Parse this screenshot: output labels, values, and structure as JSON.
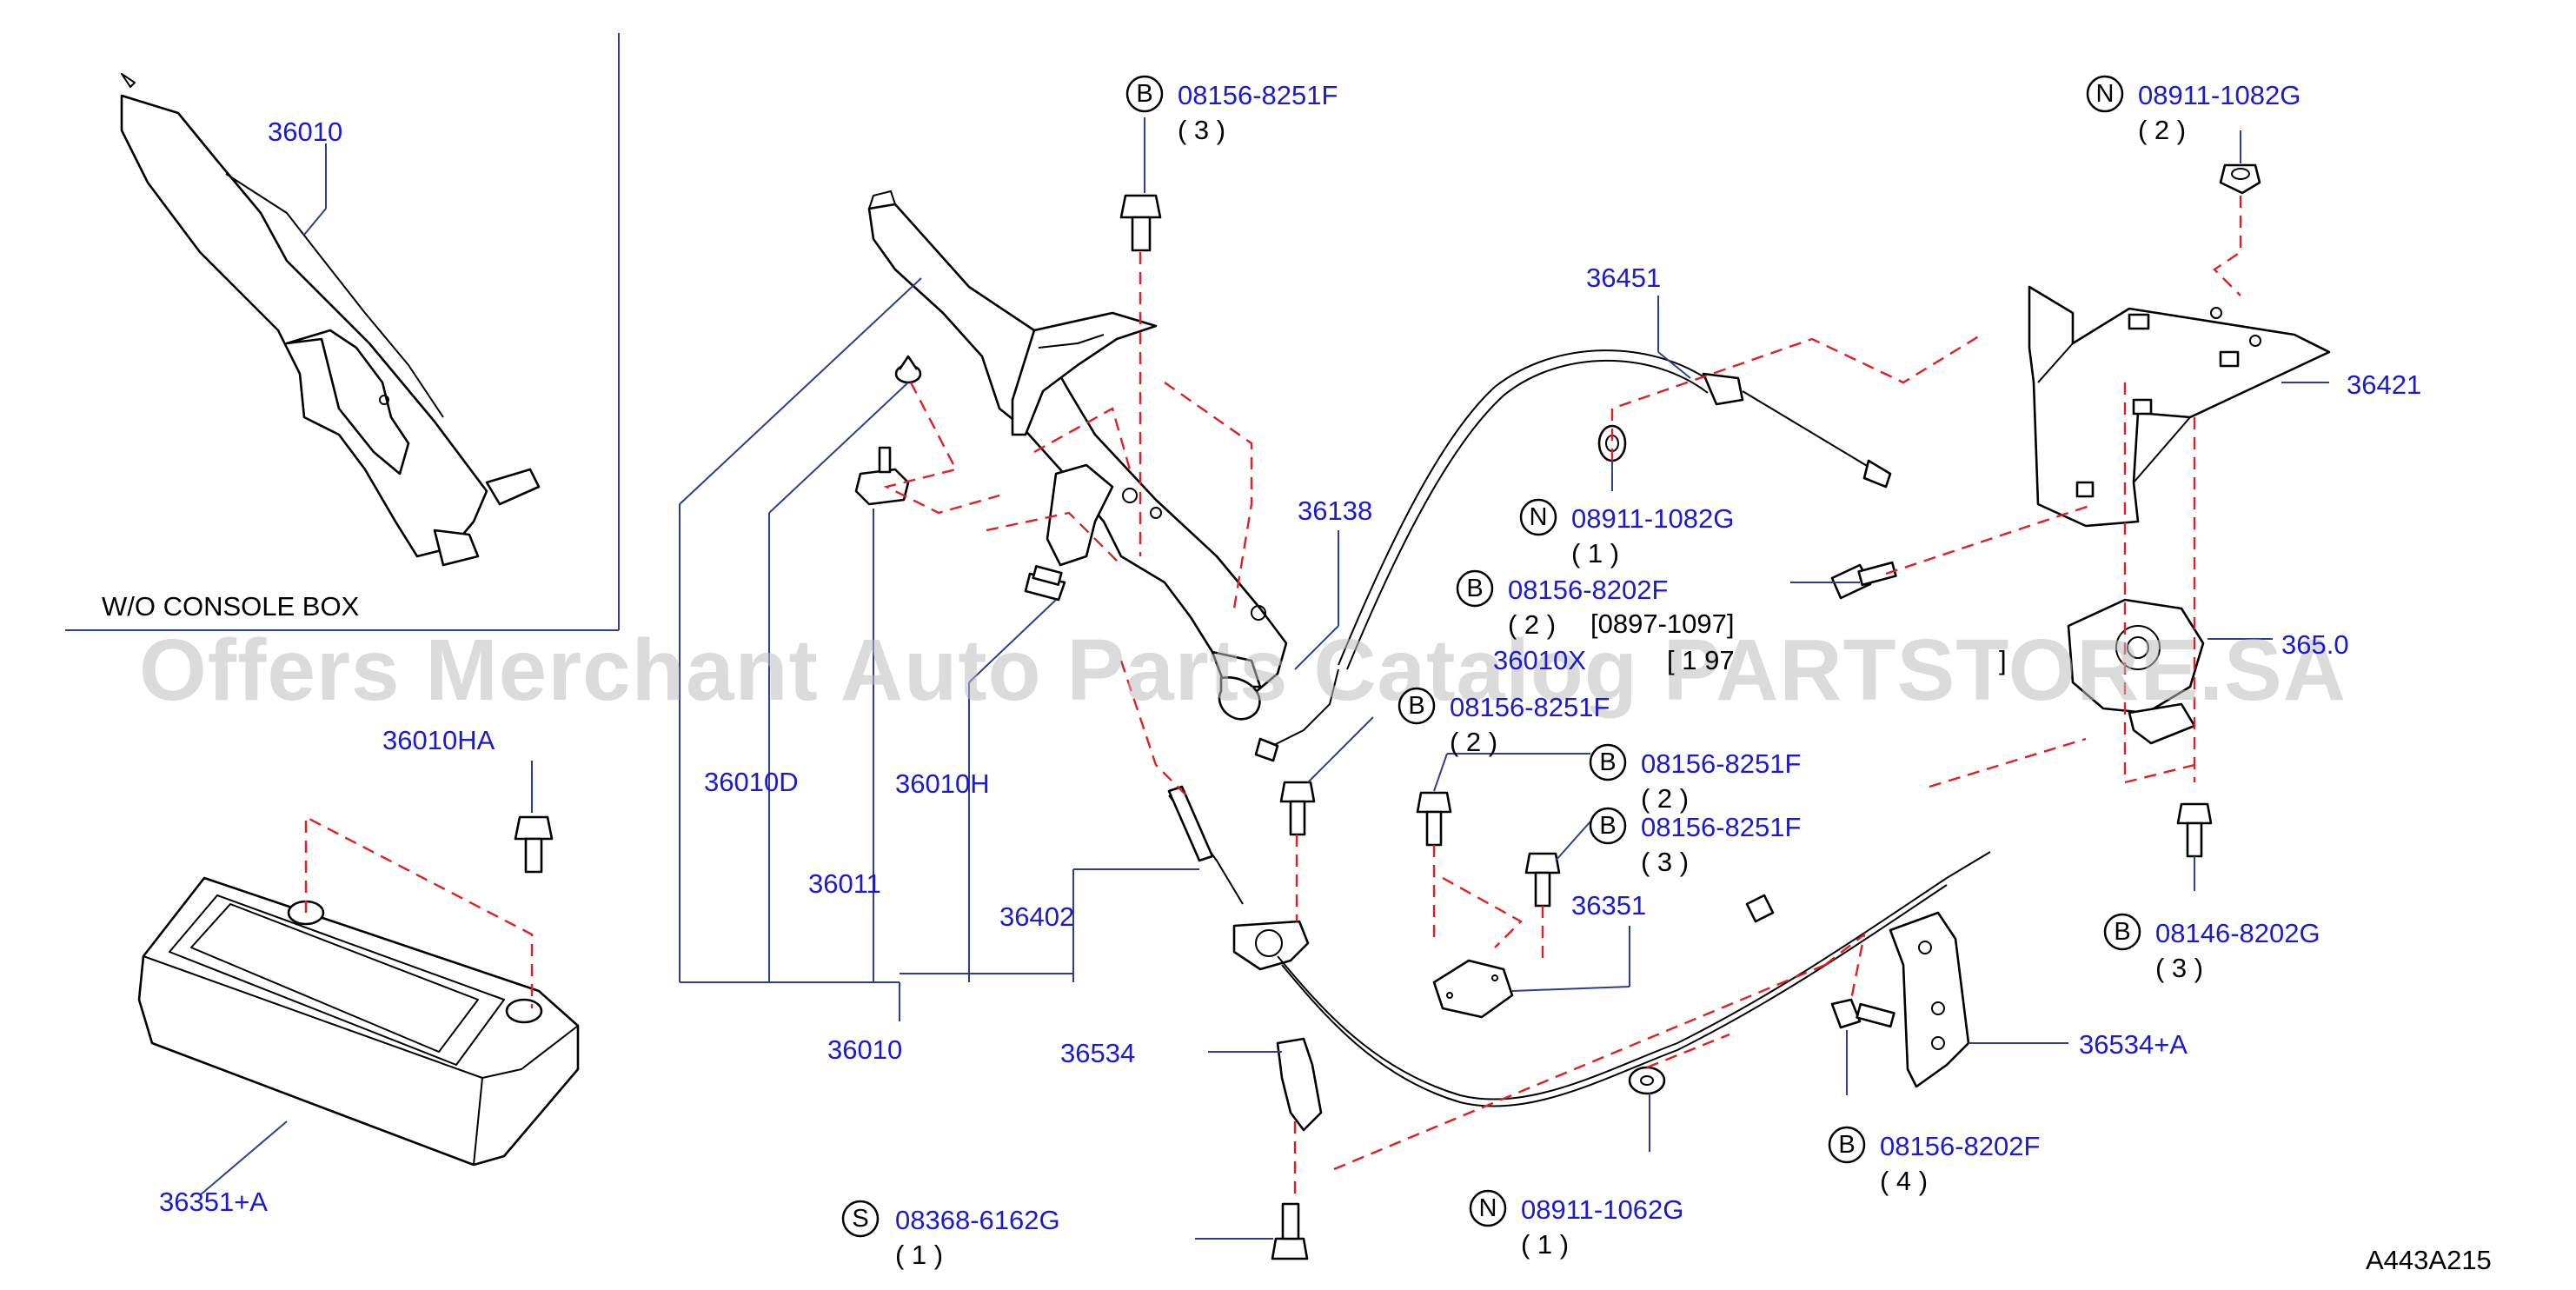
{
  "labels": {
    "p36010_top": "36010",
    "wo_console_box": "W/O  CONSOLE  BOX",
    "p36010HA": "36010HA",
    "p36351A": "36351+A",
    "p36010D": "36010D",
    "p36011": "36011",
    "p36010H": "36010H",
    "p36010_bottom": "36010",
    "p36402": "36402",
    "p36534": "36534",
    "p36138": "36138",
    "p36451": "36451",
    "p36421": "36421",
    "p36351": "36351",
    "p36534A": "36534+A",
    "p36530_partial": "365.0",
    "p36010X_partial": "36010X",
    "date_range_1": "[0897-1097]",
    "date_range_2_partial": "[ 1 97",
    "bracket_close": "]",
    "diagram_code": "A443A215"
  },
  "callouts": [
    {
      "letter": "B",
      "part": "08156-8251F",
      "qty": "( 3 )"
    },
    {
      "letter": "N",
      "part": "08911-1082G",
      "qty": "( 2 )"
    },
    {
      "letter": "N",
      "part": "08911-1082G",
      "qty": "( 1 )"
    },
    {
      "letter": "B",
      "part": "08156-8202F",
      "qty": "( 2 )"
    },
    {
      "letter": "B",
      "part": "08156-8251F",
      "qty": "( 2 )"
    },
    {
      "letter": "B",
      "part": "08156-8251F",
      "qty": "( 2 )"
    },
    {
      "letter": "B",
      "part": "08156-8251F",
      "qty": "( 3 )"
    },
    {
      "letter": "B",
      "part": "08146-8202G",
      "qty": "( 3 )"
    },
    {
      "letter": "B",
      "part": "08156-8202F",
      "qty": "( 4 )"
    },
    {
      "letter": "N",
      "part": "08911-1062G",
      "qty": "( 1 )"
    },
    {
      "letter": "S",
      "part": "08368-6162G",
      "qty": "( 1 )"
    }
  ],
  "watermark": "Offers Merchant Auto Parts Catalog PARTSTORE.SA",
  "colors": {
    "part_number": "#1a1ad0",
    "leader": "#2b3f8c",
    "hidden_line": "#e02020",
    "watermark": "#bdbdbd"
  }
}
